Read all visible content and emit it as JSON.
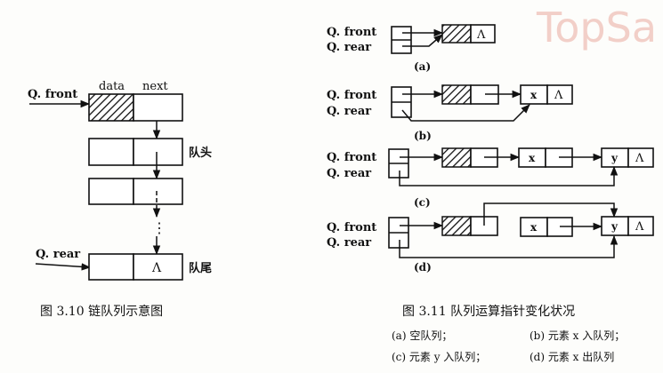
{
  "watermark": "TopSa",
  "fig10": {
    "label_front": "Q. front",
    "label_rear": "Q. rear",
    "col_data": "data",
    "col_next": "next",
    "label_head": "队头",
    "label_tail": "队尾",
    "null_symbol": "Λ",
    "ellipsis": "⋮",
    "caption": "图 3.10   链队列示意图"
  },
  "fig11": {
    "label_front": "Q. front",
    "label_rear": "Q. rear",
    "null_symbol": "Λ",
    "elem_x": "x",
    "elem_y": "y",
    "sub_a": "(a)",
    "sub_b": "(b)",
    "sub_c": "(c)",
    "sub_d": "(d)",
    "caption": "图 3.11   队列运算指针变化状况",
    "caption_items": [
      "(a) 空队列；",
      "(b) 元素 x 入队列；",
      "(c) 元素 y 入队列；",
      "(d) 元素 x 出队列"
    ]
  }
}
